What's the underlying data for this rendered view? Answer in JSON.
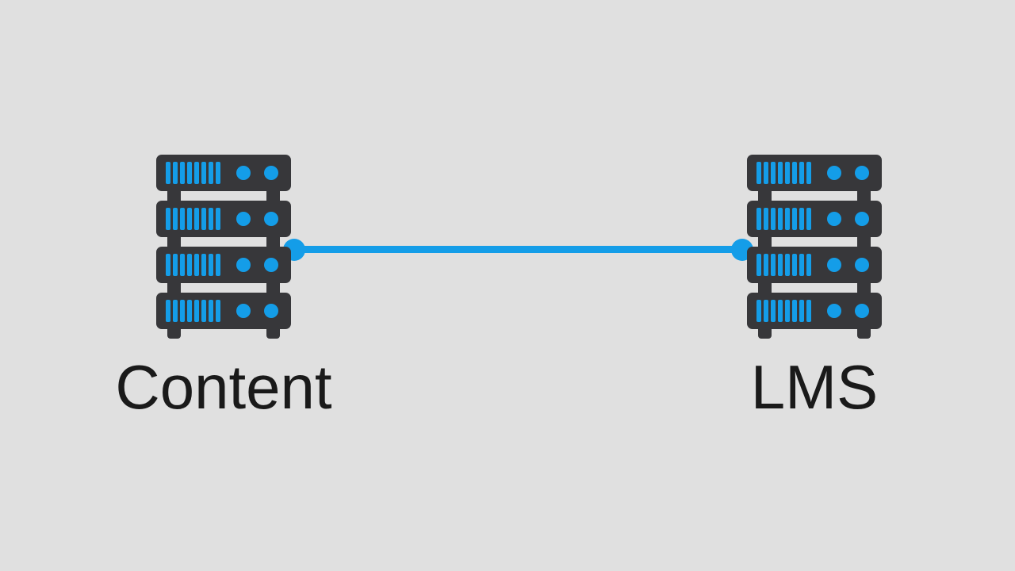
{
  "diagram": {
    "background_color": "#e0e0e0",
    "nodes": [
      {
        "id": "content",
        "label": "Content",
        "icon": "server-rack-icon"
      },
      {
        "id": "lms",
        "label": "LMS",
        "icon": "server-rack-icon"
      }
    ],
    "connection": {
      "from": "content",
      "to": "lms",
      "line_style": "solid",
      "endpoint_style": "dot",
      "color": "#149de8"
    },
    "colors": {
      "server_body": "#37373a",
      "accent_blue": "#149de8",
      "label_text": "#1a1a1a"
    }
  }
}
